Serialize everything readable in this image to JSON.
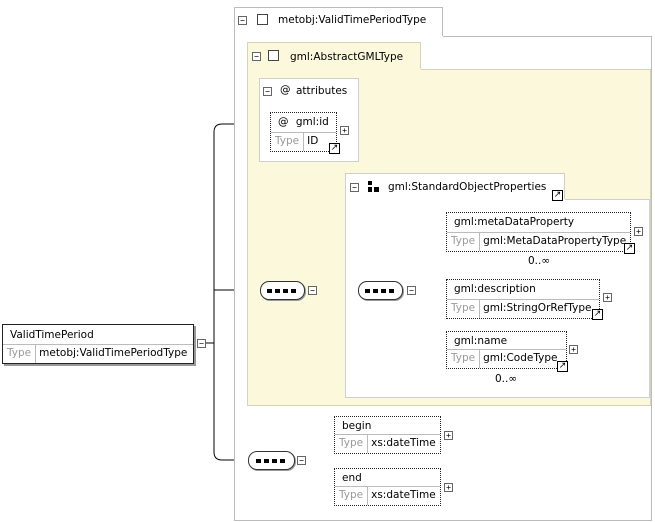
{
  "root": {
    "name": "ValidTimePeriod",
    "type_label": "Type",
    "type": "metobj:ValidTimePeriodType"
  },
  "complex_type": {
    "title": "metobj:ValidTimePeriodType"
  },
  "abstract_type": {
    "title": "gml:AbstractGMLType"
  },
  "attributes": {
    "title": "attributes",
    "items": [
      {
        "name": "gml:id",
        "type_label": "Type",
        "type": "ID"
      }
    ]
  },
  "group_ref": {
    "title": "gml:StandardObjectProperties"
  },
  "group_elements": [
    {
      "name": "gml:metaDataProperty",
      "type_label": "Type",
      "type": "gml:MetaDataPropertyType",
      "cardinality": "0..∞"
    },
    {
      "name": "gml:description",
      "type_label": "Type",
      "type": "gml:StringOrRefType",
      "cardinality": ""
    },
    {
      "name": "gml:name",
      "type_label": "Type",
      "type": "gml:CodeType",
      "cardinality": "0..∞"
    }
  ],
  "sequence_elements": [
    {
      "name": "begin",
      "type_label": "Type",
      "type": "xs:dateTime"
    },
    {
      "name": "end",
      "type_label": "Type",
      "type": "xs:dateTime"
    }
  ],
  "icons": {
    "collapse": "minus",
    "expand": "plus",
    "link": "↗",
    "attribute": "@"
  }
}
